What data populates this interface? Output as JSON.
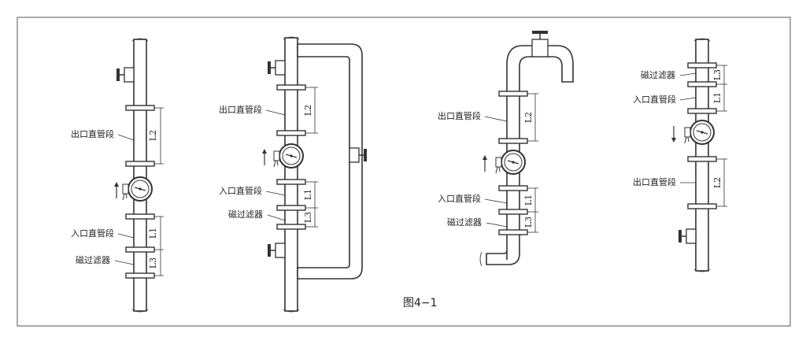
{
  "labels": {
    "outlet": "出口直管段",
    "inlet": "入口直管段",
    "filter": "磁过滤器"
  },
  "dims": {
    "l1": "L1",
    "l2": "L2",
    "l3": "L3"
  },
  "caption": "图4−1"
}
